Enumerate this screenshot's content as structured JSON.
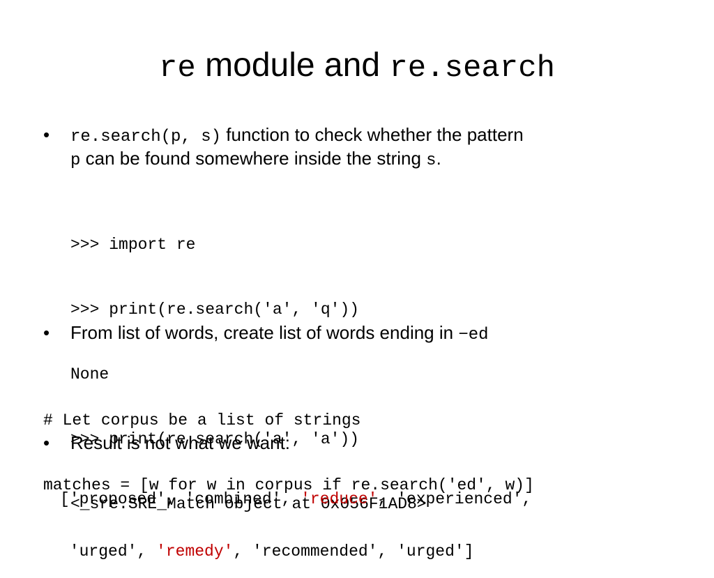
{
  "title": {
    "code1": "re",
    "text": "module and",
    "code2": "re.search"
  },
  "bullet1": {
    "marker": "•",
    "code_fn": "re.search(p, s)",
    "text1": "function to check whether the pattern",
    "code_p": "p",
    "text2": "can be found somewhere inside the string",
    "code_s": "s",
    "period": "."
  },
  "example": {
    "lines": [
      ">>> import re",
      ">>> print(re.search('a', 'q'))",
      "None",
      ">>> print(re.search('a', 'a'))",
      "<_sre.SRE_Match object at 0x056F1AD8>"
    ]
  },
  "bullet2": {
    "marker": "•",
    "text": "From list of words, create list of words ending in",
    "code": "−ed"
  },
  "corpus_code": {
    "lines": [
      "# Let corpus be a list of strings",
      "matches = [w for w in corpus if re.search('ed', w)]"
    ]
  },
  "bullet3": {
    "marker": "•",
    "text": "Result is not what we want:"
  },
  "result": {
    "line1": {
      "before": "['proposed', 'combined', ",
      "highlight": "'reduce'",
      "after": ", 'experienced',"
    },
    "line2": {
      "before": " 'urged', ",
      "highlight": "'remedy'",
      "after": ", 'recommended', 'urged']"
    }
  },
  "colors": {
    "text": "#000000",
    "highlight": "#c00000",
    "background": "#ffffff"
  }
}
